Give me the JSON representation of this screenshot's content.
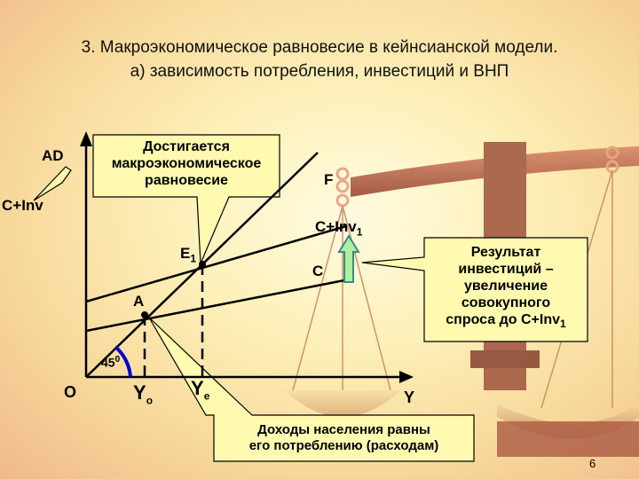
{
  "title": {
    "line1": "3. Макроэкономическое равновесие в кейнсианской модели.",
    "line2": "а) зависимость потребления, инвестиций и ВНП"
  },
  "axes": {
    "y_label": "AD",
    "x_label": "Y",
    "origin": "O",
    "angle": "45",
    "angle_sup": "0"
  },
  "labels": {
    "c_inv": "C+Inv",
    "c_inv1_main": "C+Inv",
    "c_inv1_sub": "1",
    "c_line": "C",
    "f_line": "F",
    "e1_main": "E",
    "e1_sub": "1",
    "point_a": "A",
    "yo_main": "Y",
    "yo_sub": "o",
    "ye_main": "Y",
    "ye_sub": "e"
  },
  "callouts": {
    "equilibrium": {
      "l1": "Достигается",
      "l2": "макроэкономическое",
      "l3": "равновесие"
    },
    "investment": {
      "l1": "Результат",
      "l2": "инвестиций –",
      "l3": "увеличение",
      "l4": "совокупного",
      "l5_main": "спроса до C+Inv",
      "l5_sub": "1"
    },
    "income": {
      "l1": "Доходы населения равны",
      "l2": "его потреблению (расходам)"
    }
  },
  "page_number": "6",
  "colors": {
    "callout_fill": "#fffab0",
    "arrow_fill": "#aef0a0",
    "arrow_stroke": "#3a8a8a",
    "scale": "#b5634a"
  }
}
